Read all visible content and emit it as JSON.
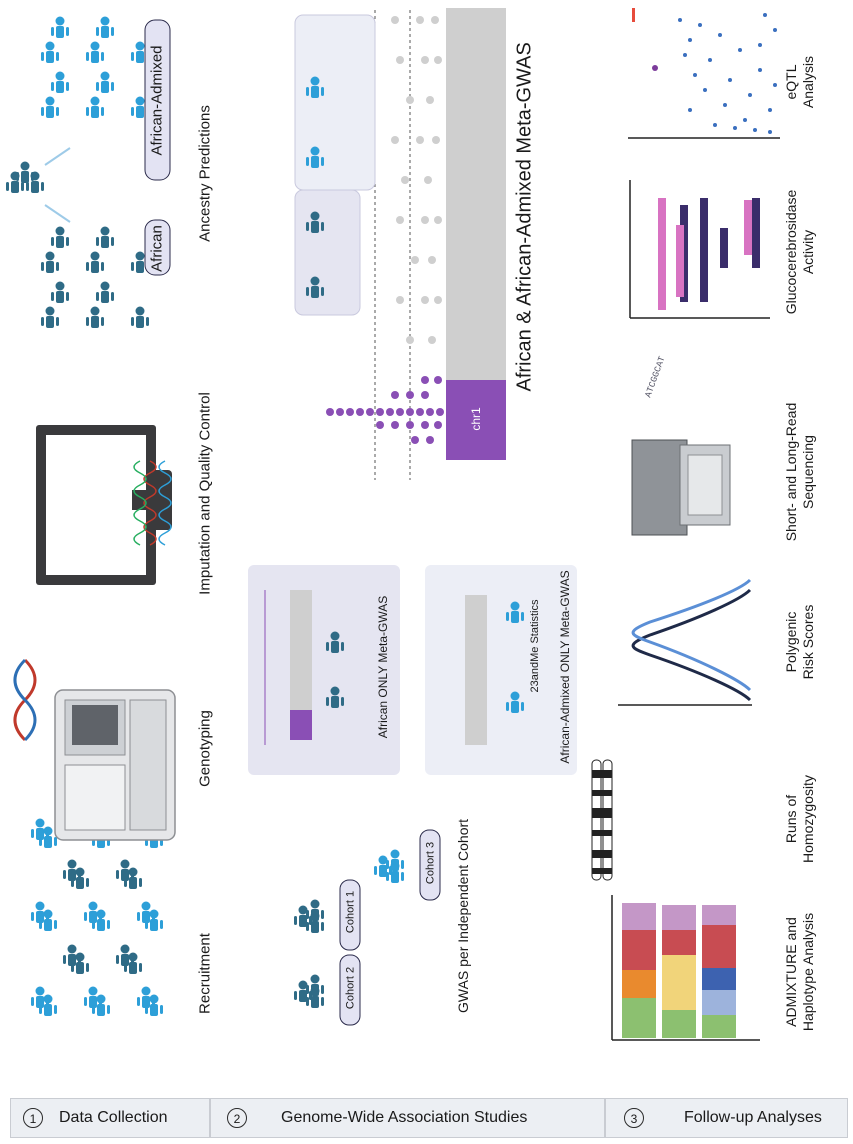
{
  "steps": [
    {
      "num": "1",
      "label": "Data Collection"
    },
    {
      "num": "2",
      "label": "Genome-Wide Association Studies"
    },
    {
      "num": "3",
      "label": "Follow-up Analyses"
    }
  ],
  "phase1": {
    "recruitment": "Recruitment",
    "genotyping": "Genotyping",
    "imputation": "Imputation and Quality Control",
    "ancestry": "Ancestry Predictions",
    "african_tag": "African",
    "admixed_tag": "African-Admixed"
  },
  "phase2": {
    "gwas_per_cohort": "GWAS per Independent Cohort",
    "cohort1": "Cohort 1",
    "cohort2": "Cohort 2",
    "cohort3": "Cohort 3",
    "stats_23andme": "23andMe Statistics",
    "african_only": "African ONLY Meta-GWAS",
    "admixed_only": "African-Admixed ONLY Meta-GWAS",
    "combined_title": "African & African-Admixed Meta-GWAS",
    "chr_label": "chr1"
  },
  "phase3": {
    "admixture": "ADMIXTURE and\nHaplotype Analysis",
    "roh": "Runs of\nHomozygosity",
    "prs": "Polygenic\nRisk Scores",
    "sequencing": "Short- and Long-Read\nSequencing",
    "gcase": "Glucocerebrosidase\nActivity",
    "eqtl": "eQTL\nAnalysis"
  },
  "colors": {
    "dark_teal": "#2f6b86",
    "light_blue": "#2d9fd8",
    "purple": "#8a4fb5",
    "pink": "#d873c2",
    "navy": "#3a2d6b",
    "grey": "#cfcfcf"
  }
}
